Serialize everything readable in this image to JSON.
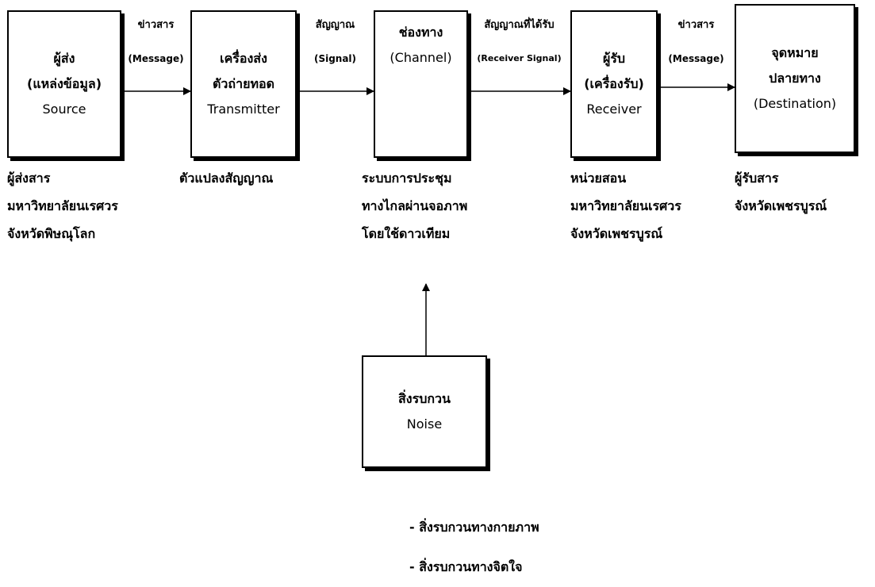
{
  "boxes": {
    "source": {
      "line1": "ผู้ส่ง",
      "line2": "(แหล่งข้อมูล)",
      "line3": "Source"
    },
    "transmitter": {
      "line1": "เครื่องส่ง",
      "line2": "ตัวถ่ายทอด",
      "line3": "Transmitter"
    },
    "channel": {
      "line1": "ช่องทาง",
      "line2": "(Channel)"
    },
    "receiver": {
      "line1": "ผู้รับ",
      "line2": "(เครื่องรับ)",
      "line3": "Receiver"
    },
    "destination": {
      "line1": "จุดหมาย",
      "line2": "ปลายทาง",
      "line3": "(Destination)"
    },
    "noise": {
      "line1": "สิ่งรบกวน",
      "line2": "Noise"
    }
  },
  "arrows": {
    "a1": {
      "top": "ข่าวสาร",
      "bottom": "(Message)"
    },
    "a2": {
      "top": "สัญญาณ",
      "bottom": "(Signal)"
    },
    "a3": {
      "top": "สัญญาณที่ได้รับ",
      "bottom": "(Receiver Signal)"
    },
    "a4": {
      "top": "ข่าวสาร",
      "bottom": "(Message)"
    }
  },
  "descriptions": {
    "source": [
      "ผู้ส่งสาร",
      "มหาวิทยาลัยนเรศวร",
      "จังหวัดพิษณุโลก"
    ],
    "transmitter": [
      "ตัวแปลงสัญญาณ"
    ],
    "channel": [
      "ระบบการประชุม",
      "ทางไกลผ่านจอภาพ",
      "โดยใช้ดาวเทียม"
    ],
    "receiver": [
      "หน่วยสอน",
      "มหาวิทยาลัยนเรศวร",
      "จังหวัดเพชรบูรณ์"
    ],
    "destination": [
      "ผู้รับสาร",
      "จังหวัดเพชรบูรณ์"
    ]
  },
  "noise_types": [
    "- สิ่งรบกวนทางกายภาพ",
    "- สิ่งรบกวนทางจิตใจ"
  ]
}
